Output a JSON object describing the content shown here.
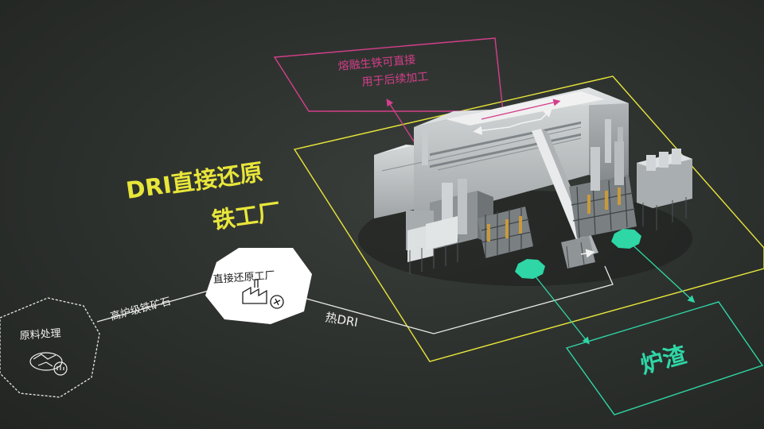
{
  "title": {
    "line1": "DRI直接还原",
    "line2": "铁工厂"
  },
  "nodes": {
    "raw_processing": "原料处理",
    "dri_plant": "直接还原工厂",
    "molten_iron_line1": "熔融生铁可直接",
    "molten_iron_line2": "用于后续加工",
    "slag": "炉渣"
  },
  "edges": {
    "ore": "高炉级铁矿石",
    "hot_dri": "热DRI"
  },
  "colors": {
    "yellow": "#e8e63a",
    "magenta": "#d43f8a",
    "teal": "#2fd6a6",
    "background": "#2c302d"
  }
}
